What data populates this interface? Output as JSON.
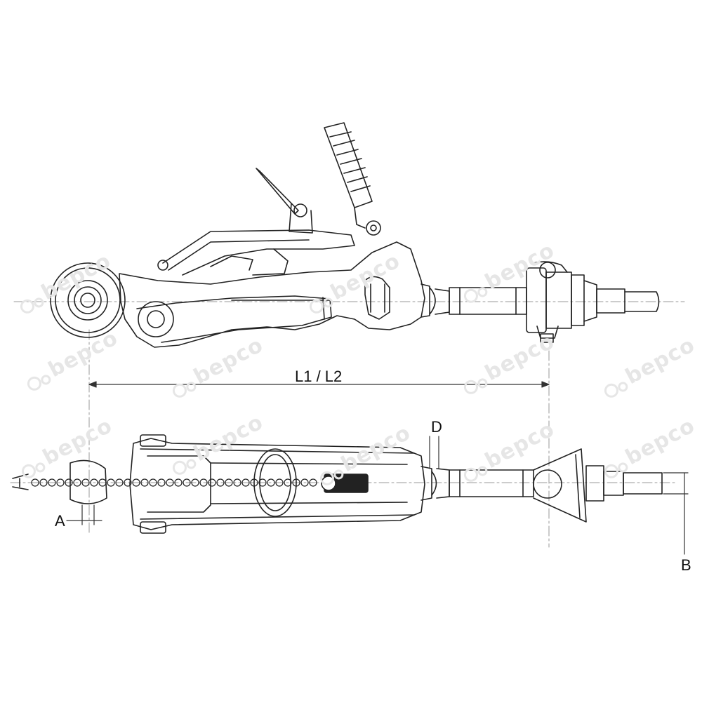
{
  "labels": {
    "length": "L1 / L2",
    "a": "A",
    "b": "B",
    "d": "D"
  },
  "watermark": {
    "text": "bepco",
    "icon": "tractor-icon"
  },
  "colors": {
    "line": "#222222",
    "centerline": "#9a9a9a",
    "watermark": "#e6e6e6"
  }
}
